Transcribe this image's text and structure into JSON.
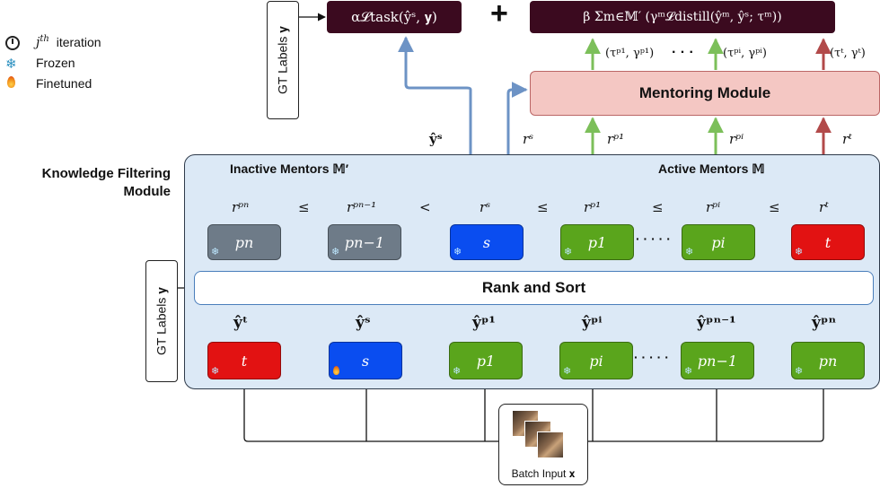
{
  "legend": {
    "iteration_symbol": "j",
    "iteration_sup": "th",
    "iteration_label": "iteration",
    "frozen_label": "Frozen",
    "finetuned_label": "Finetuned"
  },
  "top": {
    "gt_labels": "GT Labels 𝐲",
    "task_loss": "α𝓛task(ŷˢ, 𝐲)",
    "plus": "+",
    "distill_loss": "β Σm∈𝕄′ (γᵐ𝓛distill(ŷᵐ, ŷˢ; τᵐ))",
    "tau_gamma_p1": "(τᵖ¹, γᵖ¹)",
    "dots": "· · ·",
    "tau_gamma_pi": "(τᵖⁱ, γᵖⁱ)",
    "tau_gamma_t": "(τᵗ, γᵗ)",
    "mentoring_module": "Mentoring Module",
    "y_hat_s": "ŷˢ",
    "r_s": "rˢ",
    "r_p1": "rᵖ¹",
    "r_pi": "rᵖⁱ",
    "r_t": "rᵗ"
  },
  "kfm": {
    "title_line1": "Knowledge Filtering",
    "title_line2": "Module",
    "inactive_header": "Inactive Mentors 𝕄′",
    "active_header": "Active Mentors 𝕄",
    "ranks": {
      "r_pn": "rᵖⁿ",
      "le1": "≤",
      "r_pn1": "rᵖⁿ⁻¹",
      "lt": "<",
      "r_s": "rˢ",
      "le2": "≤",
      "r_p1": "rᵖ¹",
      "le3": "≤",
      "r_pi": "rᵖⁱ",
      "le4": "≤",
      "r_t": "rᵗ"
    },
    "upper_nodes": {
      "pn": "pn",
      "pn1": "pn−1",
      "s": "s",
      "p1": "p1",
      "pi": "pi",
      "t": "t"
    },
    "dots": "· · · · ·",
    "gt_labels": "GT Labels 𝐲",
    "rank_and_sort": "Rank and Sort",
    "outputs": {
      "y_t": "ŷᵗ",
      "y_s": "ŷˢ",
      "y_p1": "ŷᵖ¹",
      "y_pi": "ŷᵖⁱ",
      "y_pn1": "ŷᵖⁿ⁻¹",
      "y_pn": "ŷᵖⁿ"
    },
    "lower_nodes": {
      "t": "t",
      "s": "s",
      "p1": "p1",
      "pi": "pi",
      "pn1": "pn−1",
      "pn": "pn"
    }
  },
  "batch": {
    "label": "Batch Input 𝐱"
  },
  "colors": {
    "loss_box": "#3b0a1f",
    "mentoring": "#f4c7c3",
    "kfm_bg": "#dce9f6",
    "arrow_blue": "#6d93c5",
    "arrow_green": "#7cbf5a",
    "arrow_red": "#b24a4a",
    "node_gray": "#6e7b88",
    "node_blue": "#0a4df0",
    "node_green": "#5aa51c",
    "node_red": "#e21212"
  }
}
